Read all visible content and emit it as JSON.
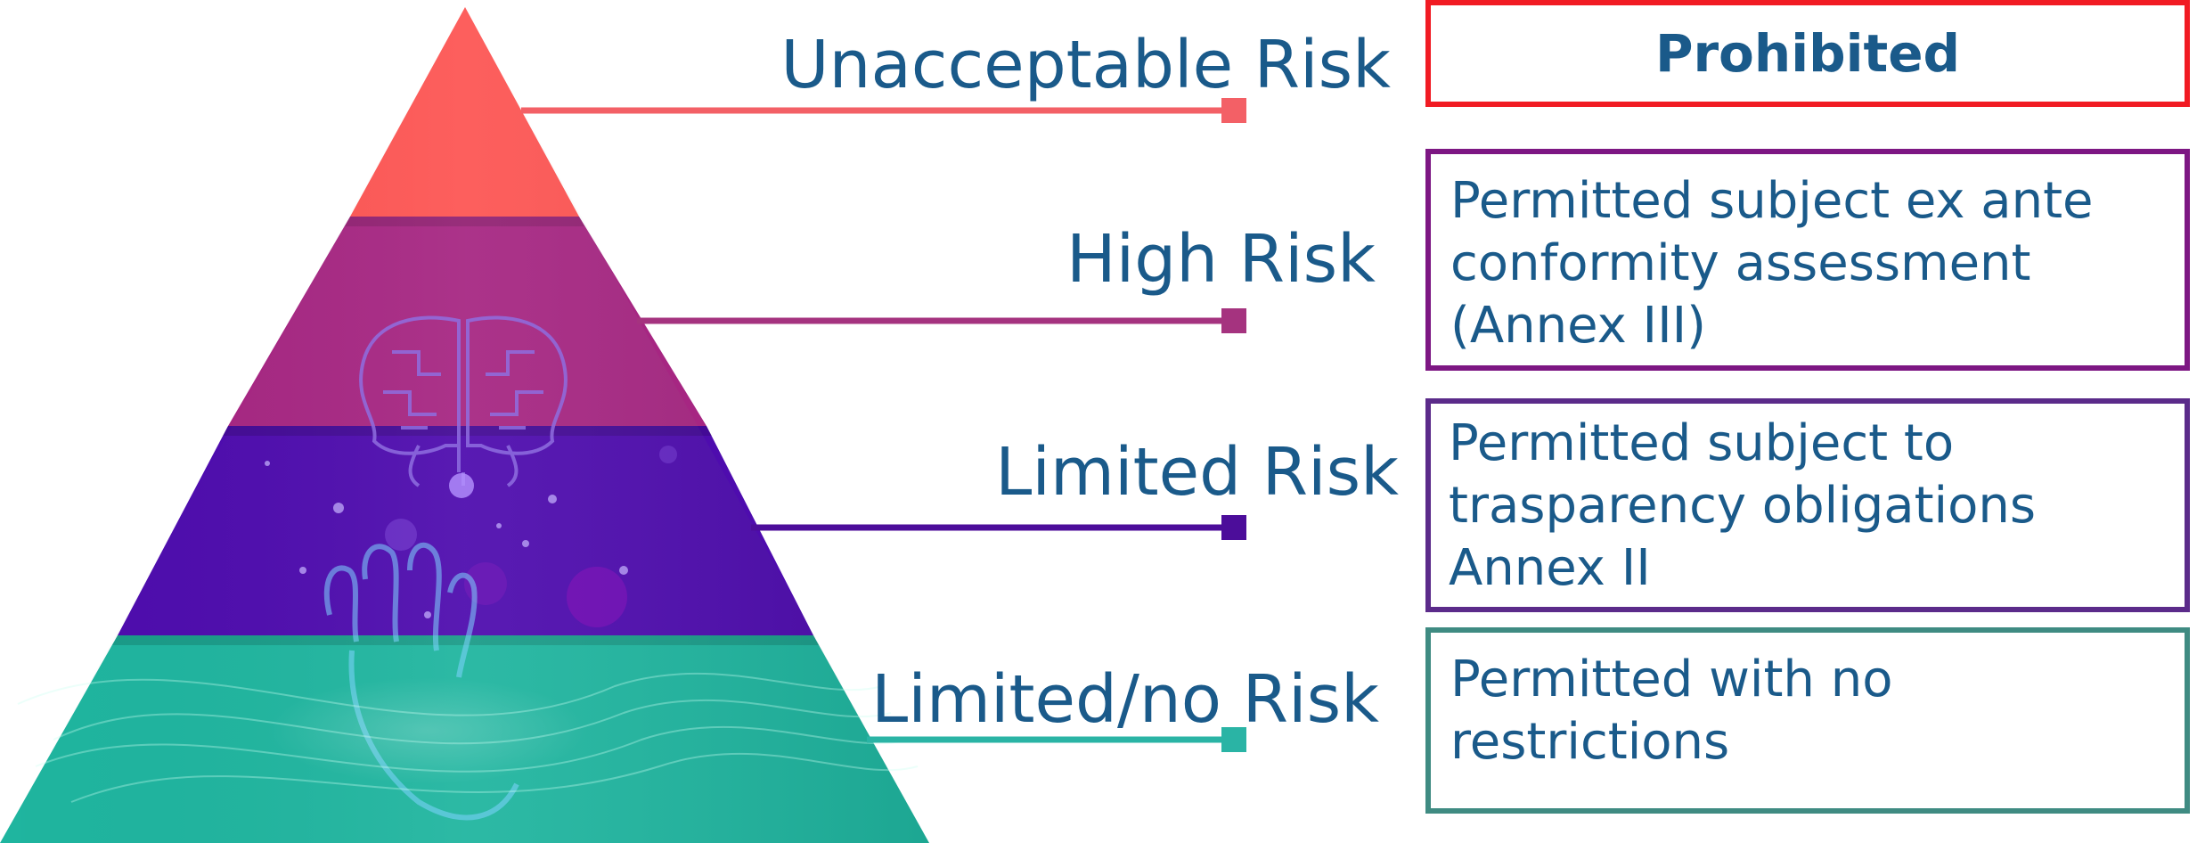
{
  "pyramid": {
    "tiers": [
      {
        "id": "unacceptable",
        "label": "Unacceptable Risk",
        "color": "#fd5553",
        "connector_color": "#f36066",
        "description_lines": [
          "Prohibited"
        ],
        "description_emphasis": true,
        "border_color": "#f11b23"
      },
      {
        "id": "high",
        "label": "High Risk",
        "color": "#a62682",
        "connector_color": "#a5337f",
        "description_lines": [
          "Permitted subject ex ante",
          "conformity assessment",
          "(Annex III)"
        ],
        "description_emphasis": false,
        "border_color": "#7d1783"
      },
      {
        "id": "limited",
        "label": "Limited Risk",
        "color": "#4e0cae",
        "connector_color": "#4c0d9a",
        "description_lines": [
          "Permitted subject to",
          "trasparency obligations",
          "Annex II"
        ],
        "description_emphasis": false,
        "border_color": "#5b2b8a"
      },
      {
        "id": "minimal",
        "label": "Limited/no Risk",
        "color": "#1fb59f",
        "connector_color": "#2ab4a5",
        "description_lines": [
          "Permitted with no",
          "restrictions"
        ],
        "description_emphasis": false,
        "border_color": "#3f8b82"
      }
    ]
  },
  "text_color": "#1a5a8a"
}
